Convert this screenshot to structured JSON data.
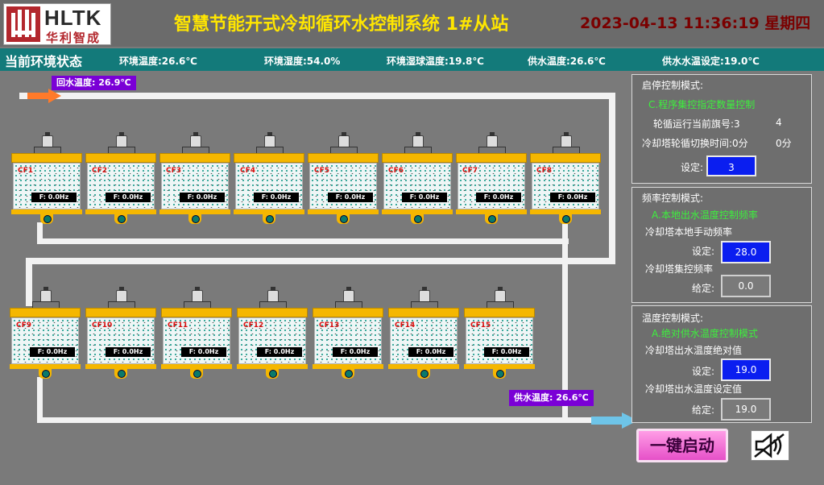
{
  "header": {
    "logo_text": "HLTK",
    "logo_sub": "华利智成",
    "title": "智慧节能开式冷却循环水控制系统  1#从站",
    "datetime": "2023-04-13 11:36:19  星期四"
  },
  "env": {
    "label": "当前环境状态",
    "items": [
      "环境温度:26.6℃",
      "环境湿度:54.0%",
      "环境湿球温度:19.8℃",
      "供水温度:26.6℃",
      "供水水温设定:19.0℃"
    ]
  },
  "return_temp": "回水温度:  26.9℃",
  "supply_temp": "供水温度:  26.6℃",
  "towers_row1": [
    {
      "name": "CF1",
      "freq": "F: 0.0Hz"
    },
    {
      "name": "CF2",
      "freq": "F: 0.0Hz"
    },
    {
      "name": "CF3",
      "freq": "F: 0.0Hz"
    },
    {
      "name": "CF4",
      "freq": "F: 0.0Hz"
    },
    {
      "name": "CF5",
      "freq": "F: 0.0Hz"
    },
    {
      "name": "CF6",
      "freq": "F: 0.0Hz"
    },
    {
      "name": "CF7",
      "freq": "F: 0.0Hz"
    },
    {
      "name": "CF8",
      "freq": "F: 0.0Hz"
    }
  ],
  "towers_row2": [
    {
      "name": "CF9",
      "freq": "F: 0.0Hz"
    },
    {
      "name": "CF10",
      "freq": "F: 0.0Hz"
    },
    {
      "name": "CF11",
      "freq": "F: 0.0Hz"
    },
    {
      "name": "CF12",
      "freq": "F: 0.0Hz"
    },
    {
      "name": "CF13",
      "freq": "F: 0.0Hz"
    },
    {
      "name": "CF14",
      "freq": "F: 0.0Hz"
    },
    {
      "name": "CF15",
      "freq": "F: 0.0Hz"
    }
  ],
  "start_stop": {
    "title": "启停控制模式:",
    "mode": "C.程序集控指定数量控制",
    "current_label": "轮循运行当前旗号:3",
    "current_value": "4",
    "switch_label": "冷却塔轮循切换时间:0分",
    "switch_value": "0分",
    "set_label": "设定:",
    "set_value": "3"
  },
  "freq_ctrl": {
    "title": "频率控制模式:",
    "mode": "A.本地出水温度控制频率",
    "manual_label": "冷却塔本地手动频率",
    "set_label": "设定:",
    "set_value": "28.0",
    "group_label": "冷却塔集控频率",
    "given_label": "给定:",
    "given_value": "0.0"
  },
  "temp_ctrl": {
    "title": "温度控制模式:",
    "mode": "A.绝对供水温度控制模式",
    "abs_label": "冷却塔出水温度绝对值",
    "set_label": "设定:",
    "set_value": "19.0",
    "setpoint_label": "冷却塔出水温度设定值",
    "given_label": "给定:",
    "given_value": "19.0"
  },
  "one_key_start": "一键启动",
  "colors": {
    "title": "#ffe600",
    "clock": "#7a0000",
    "env_bar": "#137a7a",
    "tower": "#f5b700",
    "panel_mode": "#3df03d",
    "setpoint_box": "#0a1ef0",
    "temp_box": "#7a00d6"
  }
}
